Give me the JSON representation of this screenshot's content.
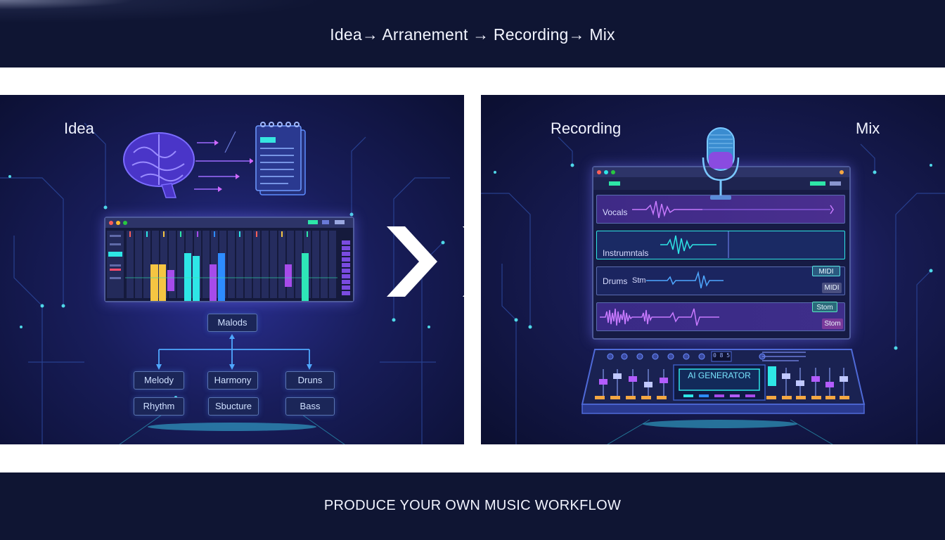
{
  "header": {
    "flow_title": "Idea→ Arranement → Recording→ Mix"
  },
  "footer": {
    "title": "PRODUCE YOUR OWN MUSIC WORKFLOW"
  },
  "left_panel": {
    "label": "Idea",
    "nodes": {
      "root": "Malods",
      "melody": "Melody",
      "harmony": "Harmony",
      "drums": "Druns",
      "rhythm": "Rhythm",
      "structure": "Sbucture",
      "bass": "Bass"
    }
  },
  "right_panel": {
    "label_recording": "Recording",
    "label_mix": "Mix",
    "tracks": {
      "vocals": "Vocals",
      "instrumentals": "Instrumntals",
      "drums": "Drums",
      "drums_suffix": "Stm"
    },
    "tags": {
      "midi_1": "MIDI",
      "midi_2": "MIDI",
      "stem_1": "Stom",
      "stem_2": "Stom"
    },
    "console": {
      "generator_label": "AI GENERATOR",
      "display": "0 8 5"
    }
  },
  "colors": {
    "background_dark": "#0f1533",
    "accent_cyan": "#2ee6e6",
    "accent_purple": "#a64bea",
    "accent_yellow": "#f5c542",
    "accent_blue": "#2d8cff"
  },
  "icons": [
    "brain-icon",
    "notebook-icon",
    "chevron-right-icon",
    "microphone-icon"
  ]
}
